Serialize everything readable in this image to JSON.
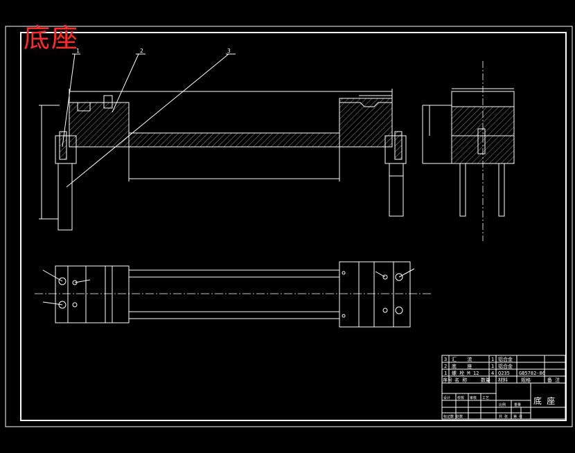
{
  "drawing": {
    "title_cn": "底座",
    "leaders": [
      "1",
      "2",
      "3"
    ],
    "colors": {
      "background": "#000000",
      "lines": "#ffffff",
      "title": "#ff2a2a",
      "centerline": "#ffff66"
    }
  },
  "title_block": {
    "parts": [
      {
        "no": "3",
        "name": "汇 　 流",
        "qty": "1",
        "material": "铝合金"
      },
      {
        "no": "2",
        "name": "底 　 座",
        "qty": "1",
        "material": "铝合金"
      },
      {
        "no": "1",
        "name": "螺 栓 M 12",
        "qty": "4",
        "material": "Q235",
        "standard": "GB5782-86"
      }
    ],
    "header": {
      "no": "序号",
      "name": "名 称",
      "qty": "数量",
      "material": "材料",
      "standard": "规格",
      "remark": "备 注"
    },
    "name_cn": "底 座",
    "small_labels": [
      "设计",
      "校核",
      "审核",
      "工艺",
      "比例",
      "重量",
      "共 张",
      "第 张"
    ],
    "org": "标记数 处数"
  }
}
